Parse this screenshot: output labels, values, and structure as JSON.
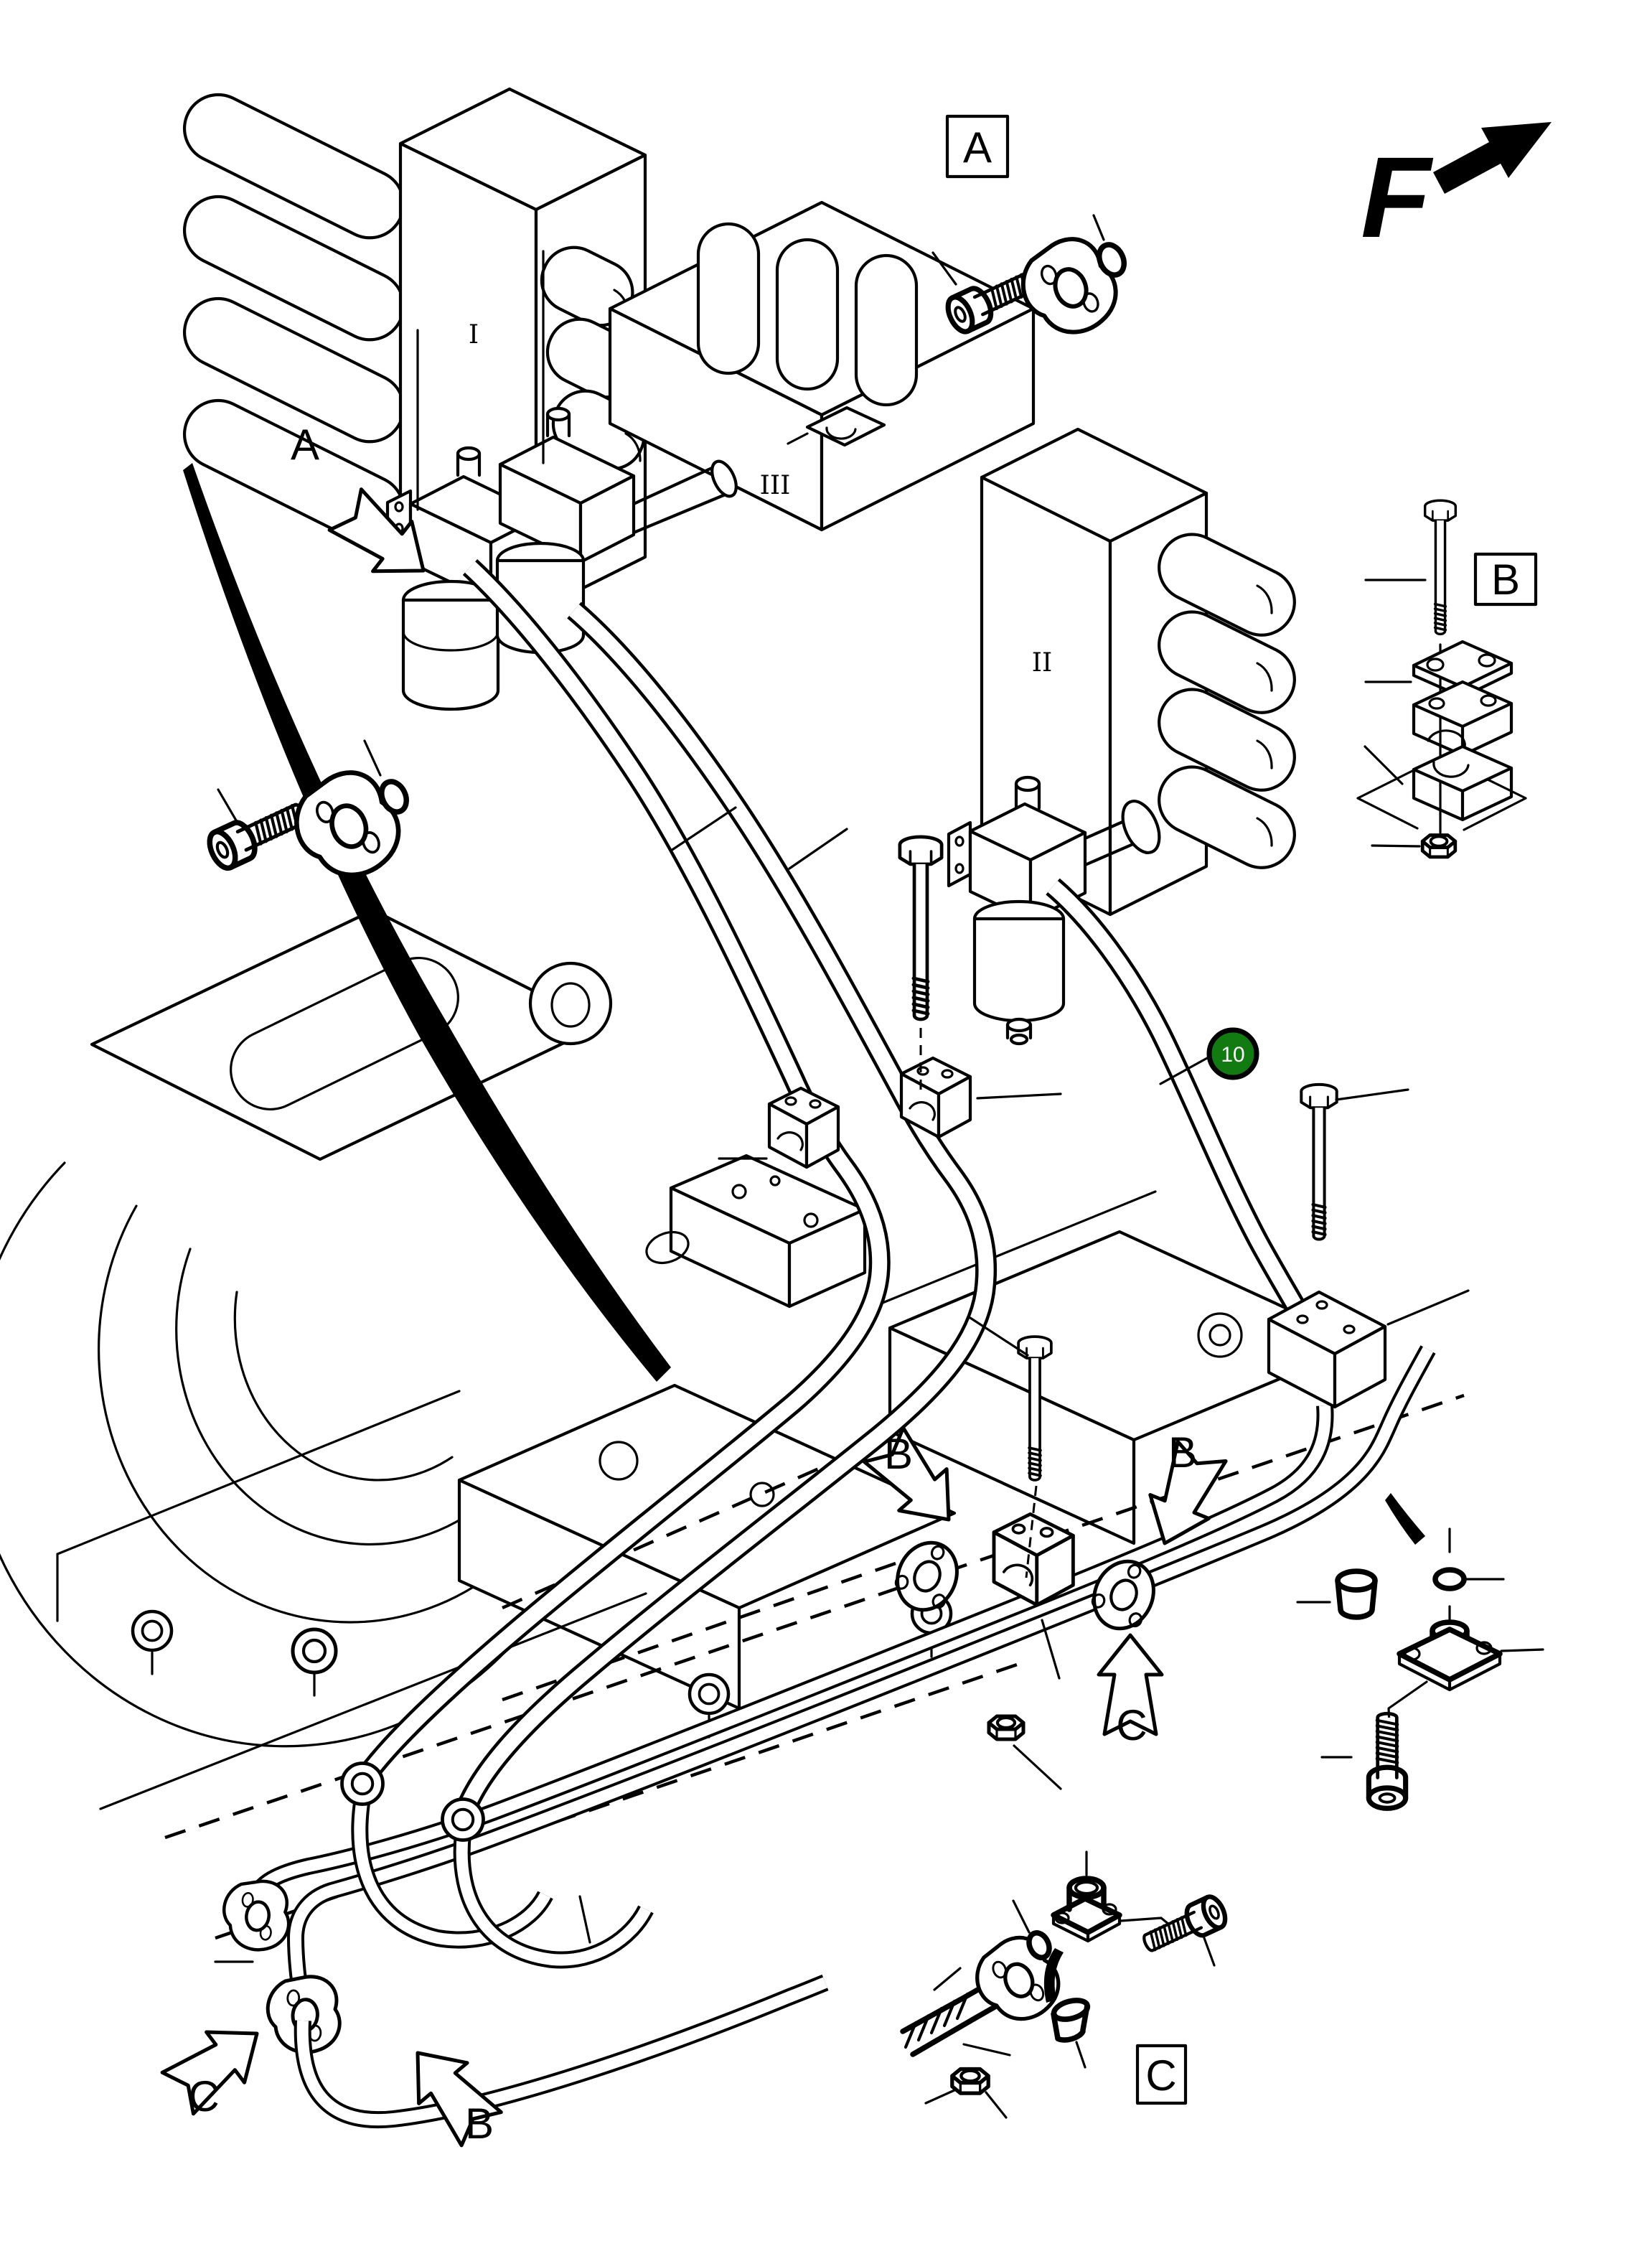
{
  "diagram": {
    "type": "exploded-parts-diagram",
    "subject": "hydraulic piping and pump assembly",
    "background_color": "#ffffff",
    "line_color": "#000000"
  },
  "colors": {
    "balloon_fill": "#117a11",
    "balloon_ring": "#000000",
    "balloon_text": "#ffffff",
    "line": "#000000",
    "background": "#ffffff"
  },
  "labels": {
    "box_a": "A",
    "box_b": "B",
    "box_c": "C",
    "arrow_a": "A",
    "arrow_b_mid_left": "B",
    "arrow_b_mid_right": "B",
    "arrow_b_bottom_left": "B",
    "arrow_c_mid": "C",
    "arrow_c_bottom_left": "C",
    "front_indicator": "F",
    "valve_section_1": "I",
    "valve_section_2": "II",
    "valve_section_3": "III"
  },
  "balloon": {
    "number": "10",
    "fill": "#117a11",
    "text_color": "#ffffff"
  }
}
